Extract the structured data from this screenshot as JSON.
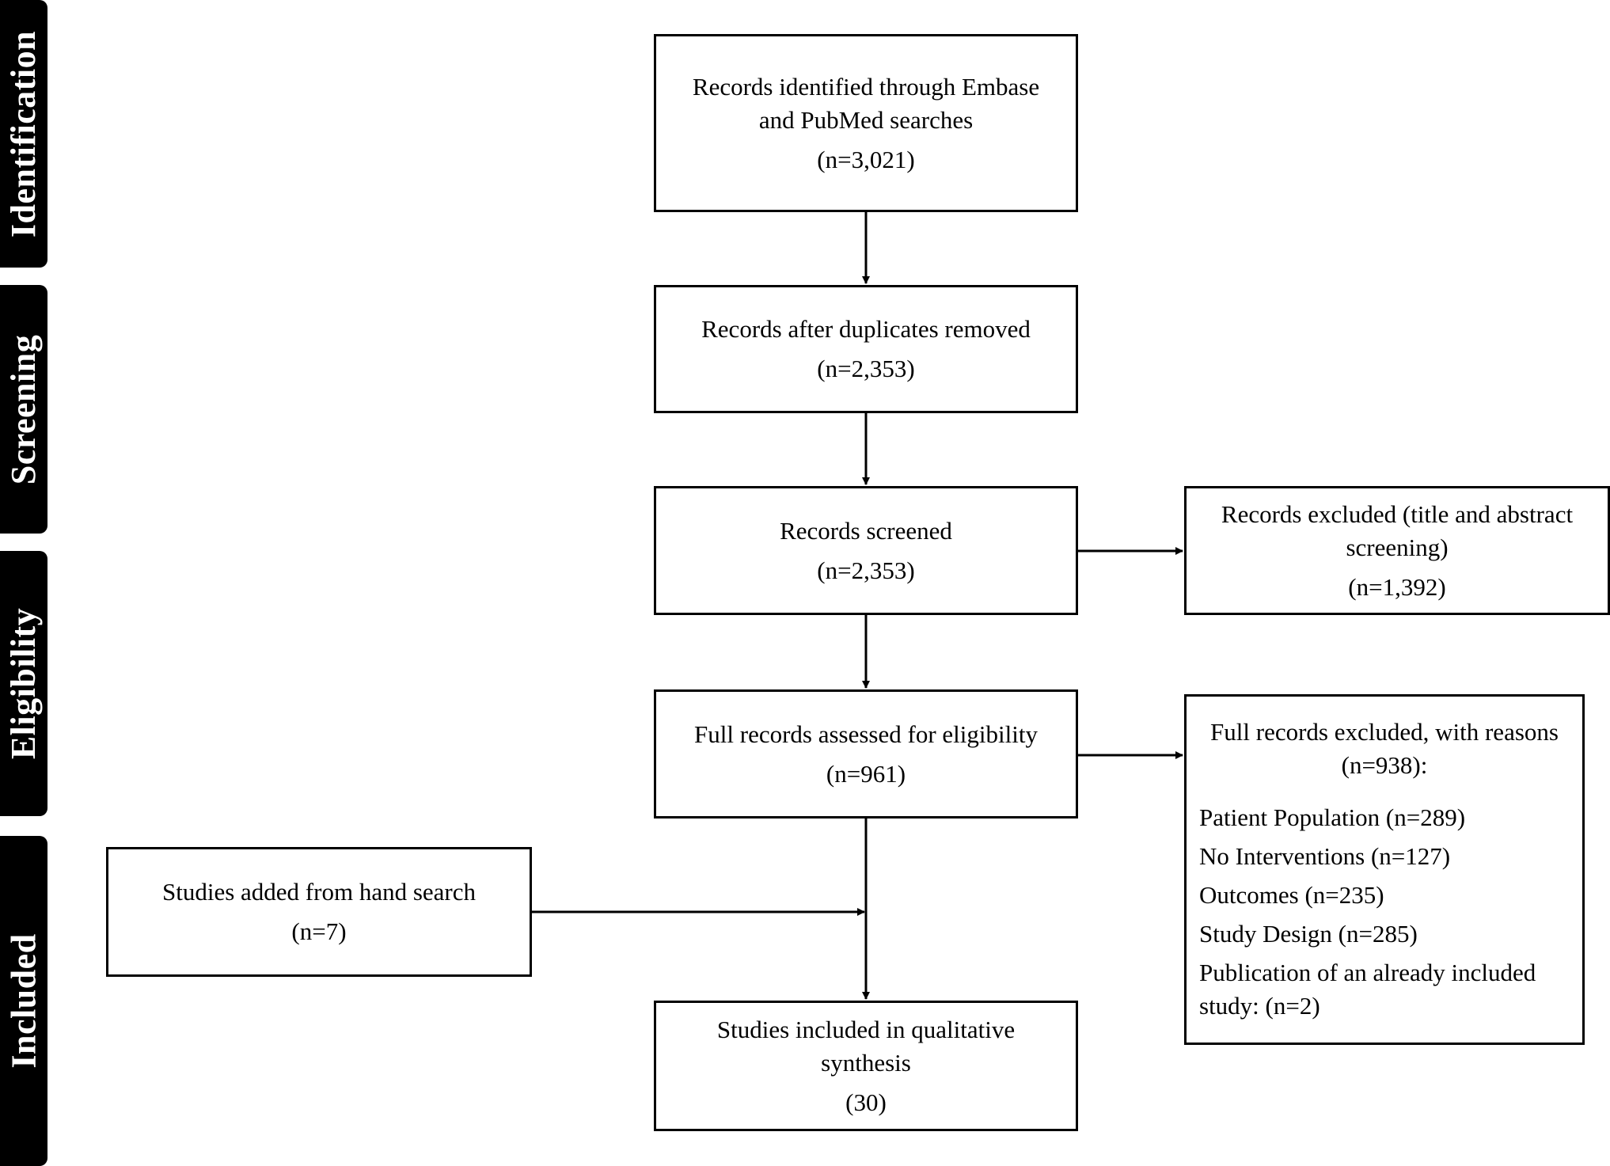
{
  "stages": [
    "Identification",
    "Screening",
    "Eligibility",
    "Included"
  ],
  "boxes": {
    "identified": {
      "text": "Records identified through Embase and PubMed searches",
      "n": "(n=3,021)"
    },
    "duplicates_removed": {
      "text": "Records after duplicates removed",
      "n": "(n=2,353)"
    },
    "screened": {
      "text": "Records screened",
      "n": "(n=2,353)"
    },
    "excluded_title_abstract": {
      "text": "Records excluded (title and abstract screening)",
      "n": "(n=1,392)"
    },
    "full_assessed": {
      "text": "Full records assessed for eligibility",
      "n": "(n=961)"
    },
    "full_excluded": {
      "header": "Full records excluded, with reasons (n=938):",
      "reasons": [
        "Patient Population (n=289)",
        "No Interventions (n=127)",
        "Outcomes (n=235)",
        "Study Design (n=285)",
        "Publication of an already included study: (n=2)"
      ]
    },
    "hand_search": {
      "text": "Studies added from hand search",
      "n": "(n=7)"
    },
    "included": {
      "text": "Studies included in qualitative synthesis",
      "n": "(30)"
    }
  }
}
